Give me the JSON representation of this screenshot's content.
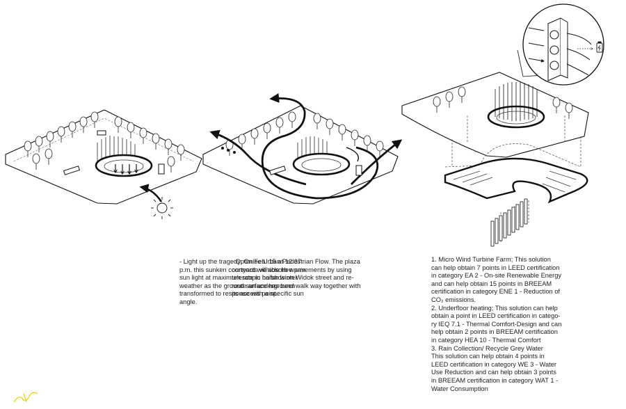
{
  "captions": {
    "light": [
      "- Light up the tragedy. On Feb. 15 at 12:37",
      "p.m. this sunken courtyard will absorb warm",
      "sun light at maximum rate in harsh winter",
      "weather as the ground surface has been",
      "transformed to response with a specific sun",
      "angle."
    ],
    "flow": [
      "- Optimise Urban Pedestrian Flow. The plaza",
      "connects vehicle free pavements by using",
      "telescopic bollards on Widok street and re-",
      "route an underground walk way together with",
      "its access point."
    ],
    "sustainability": [
      "1. Micro Wind Turbine Farm; This solution",
      "can help obtain 7 points in LEED certification",
      "in category EA 2 - On-site Renewable Energy",
      "and can help obtain 15 points in BREEAM",
      "certification in category ENE 1 - Reduction of",
      "CO₂ emissions.",
      "2. Underfloor heating; This solution can help",
      "obtain a point in LEED certification in catego-",
      "ry IEQ 7.1 - Thermal Comfort-Design and can",
      "help obtain 2 points in BREEAM certification",
      "in category HEA 10 - Thermal Comfort",
      "3. Rain Collection/ Recycle Grey Water",
      "This solution can help obtain 4 points in",
      "LEED certification in category WE 3 - Water",
      "Use Reduction and can help obtain 3 points",
      "in BREEAM certification in category WAT 1 -",
      "Water Consumption"
    ]
  },
  "icons": [
    "sun-icon",
    "battery-icon",
    "wind-turbine-icon",
    "direction-arrow-icon"
  ],
  "colors": {
    "ink": "#111111",
    "signature": "#e8d000"
  }
}
